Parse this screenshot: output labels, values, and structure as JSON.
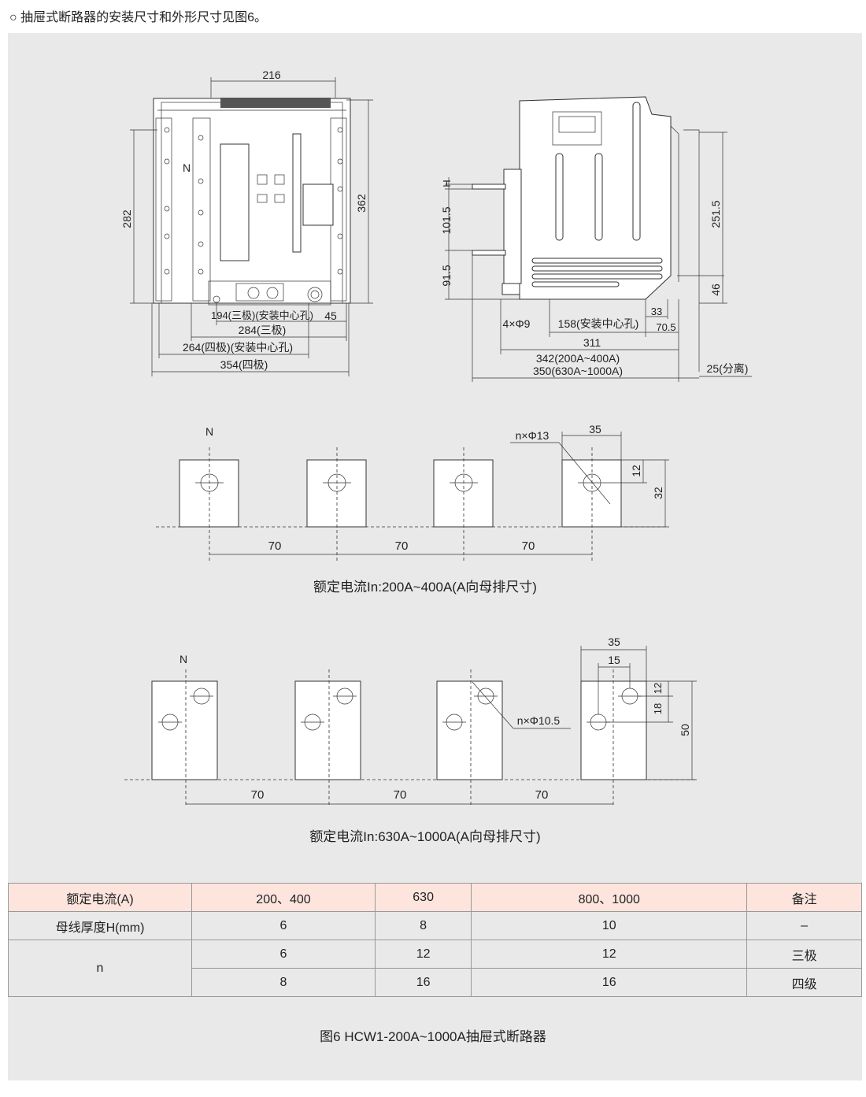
{
  "intro": "○ 抽屉式断路器的安装尺寸和外形尺寸见图6。",
  "front_view": {
    "dim_216": "216",
    "dim_282": "282",
    "dim_362": "362",
    "label_n": "N",
    "dim_194": "194(三极)(安装中心孔)",
    "dim_45": "45",
    "dim_284": "284(三极)",
    "dim_264": "264(四极)(安装中心孔)",
    "dim_354": "354(四极)"
  },
  "side_view": {
    "dim_h": "H",
    "dim_101_5": "101.5",
    "dim_91_5": "91.5",
    "dim_251_5": "251.5",
    "dim_46": "46",
    "dim_4phi9": "4×Φ9",
    "dim_158": "158(安装中心孔)",
    "dim_33": "33",
    "dim_70_5": "70.5",
    "dim_311": "311",
    "dim_342": "342(200A~400A)",
    "dim_350": "350(630A~1000A)",
    "dim_25": "25(分离)"
  },
  "busbar_a": {
    "label_n": "N",
    "hole": "n×Φ13",
    "dim_35": "35",
    "dim_12": "12",
    "dim_32": "32",
    "pitch": [
      "70",
      "70",
      "70"
    ],
    "caption": "额定电流In:200A~400A(A向母排尺寸)"
  },
  "busbar_b": {
    "label_n": "N",
    "hole": "n×Φ10.5",
    "dim_35": "35",
    "dim_15": "15",
    "dim_12": "12",
    "dim_18": "18",
    "dim_50": "50",
    "pitch": [
      "70",
      "70",
      "70"
    ],
    "caption": "额定电流In:630A~1000A(A向母排尺寸)"
  },
  "table": {
    "header": [
      "额定电流(A)",
      "200、400",
      "630",
      "800、1000",
      "备注"
    ],
    "row_thickness": [
      "母线厚度H(mm)",
      "6",
      "8",
      "10",
      "–"
    ],
    "row_n_label": "n",
    "row_n_3pole": [
      "6",
      "12",
      "12",
      "三极"
    ],
    "row_n_4pole": [
      "8",
      "16",
      "16",
      "四级"
    ]
  },
  "caption": "图6  HCW1-200A~1000A抽屉式断路器"
}
